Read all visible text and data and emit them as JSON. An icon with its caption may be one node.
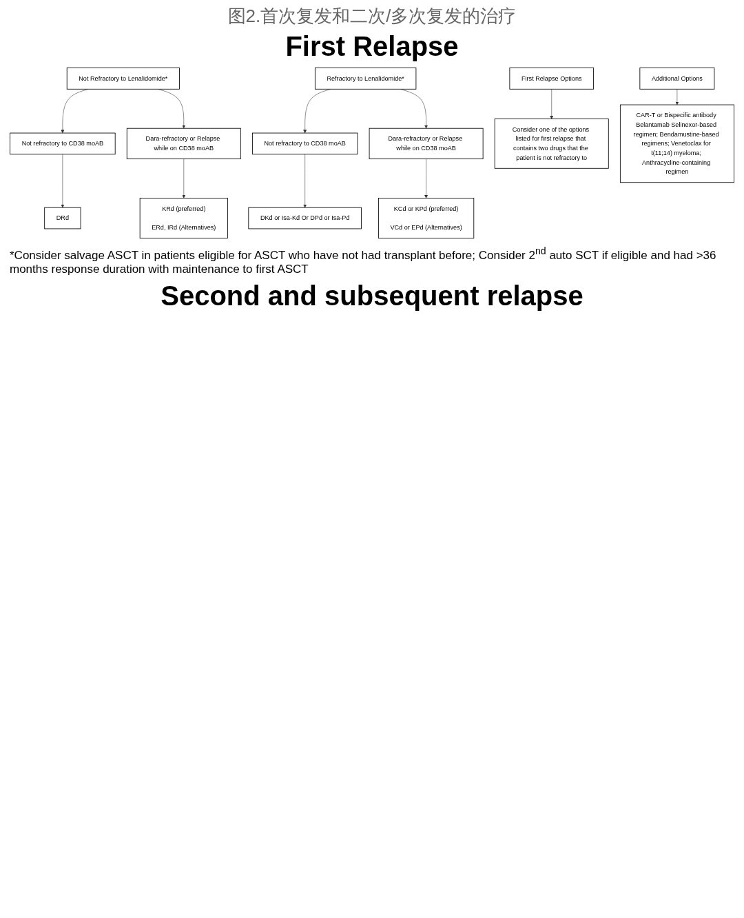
{
  "diagram": {
    "title": "图2.首次复发和二次/多次复发的治疗",
    "nodes": [
      {
        "text": [
          "Not Refractory to Lenalidomide*"
        ]
      },
      {
        "text": [
          "Refractory to Lenalidomide*"
        ]
      },
      {
        "text": [
          "Not refractory to CD38 moAB"
        ]
      },
      {
        "text": [
          "Dara-refractory or Relapse while on CD38 moAB"
        ]
      },
      {
        "text": [
          "Not refractory to CD38 moAB"
        ]
      },
      {
        "text": [
          "Dara-refractory or Relapse while on CD38 moAB"
        ]
      },
      {
        "text": [
          "DRd"
        ]
      },
      {
        "text": [
          "KRd (preferred)",
          "ERd, IRd (Alternatives)"
        ]
      },
      {
        "text": [
          "DKd or Isa-Kd Or DPd or Isa-Pd"
        ]
      },
      {
        "text": [
          "KCd or KPd (preferred)",
          "VCd or EPd (Alternatives)"
        ]
      },
      {
        "text": [
          "First Relapse Options"
        ]
      },
      {
        "text": [
          "Additional Options"
        ]
      },
      {
        "text": [
          "Consider one of the options listed for first relapse that contains two drugs that the patient is not refractory to"
        ]
      },
      {
        "text": [
          "CAR-T or Bispecific antibody Belantamab Selinexor-based regimen; Bendamustine-based regimens; Venetoclax for t(11;14) myeloma; Anthracycline-containing regimen"
        ]
      }
    ],
    "edges": [
      {
        "from": 0,
        "to": 2,
        "arrow": "to"
      },
      {
        "from": 0,
        "to": 3,
        "arrow": "to"
      },
      {
        "from": 1,
        "to": 4,
        "arrow": "to"
      },
      {
        "from": 1,
        "to": 5,
        "arrow": "to"
      },
      {
        "from": 2,
        "to": 6,
        "arrow": "to"
      },
      {
        "from": 3,
        "to": 7,
        "arrow": "to"
      },
      {
        "from": 4,
        "to": 8,
        "arrow": "to"
      },
      {
        "from": 5,
        "to": 9,
        "arrow": "to"
      },
      {
        "from": 10,
        "to": 12,
        "arrow": "to"
      },
      {
        "from": 11,
        "to": 13,
        "arrow": "to"
      }
    ],
    "labels": [
      "First Relapse",
      "*Consider salvage ASCT in patients eligible for ASCT who have not had transplant before; Consider 2$^{nd}$ auto SCT if eligible and had >36 months response duration with maintenance to first ASCT",
      "Second and subsequent relapse"
    ]
  }
}
